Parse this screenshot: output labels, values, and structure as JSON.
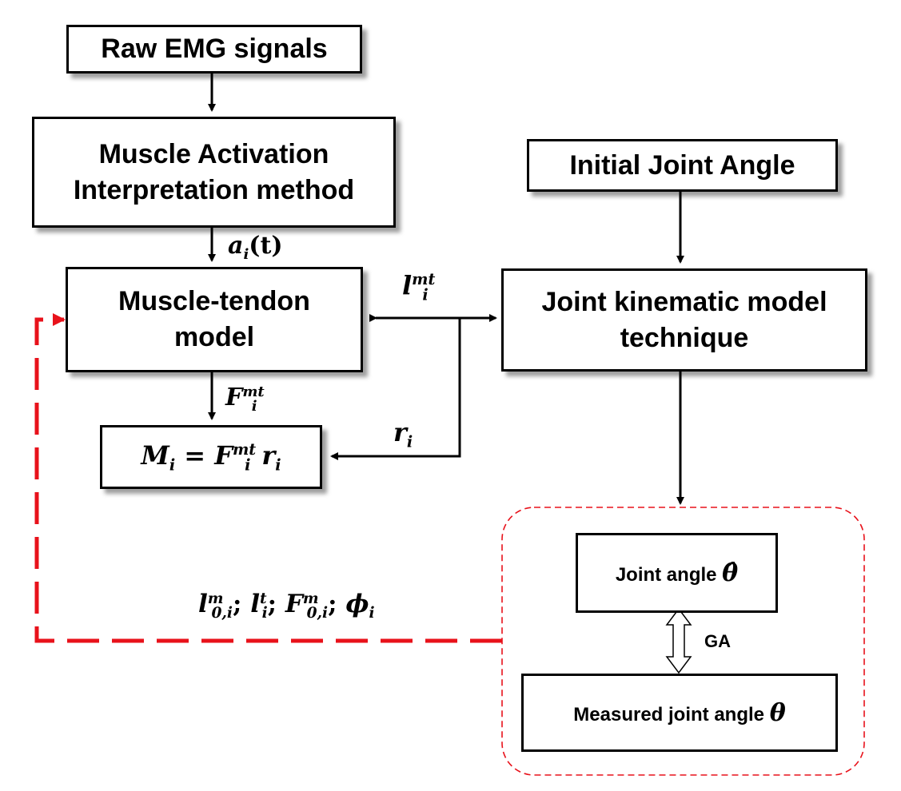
{
  "nodes": {
    "raw_emg": "Raw EMG signals",
    "activation_line1": "Muscle Activation",
    "activation_line2": "Interpretation method",
    "initial_angle": "Initial Joint Angle",
    "muscle_tendon_line1": "Muscle-tendon",
    "muscle_tendon_line2": "model",
    "kinematic_line1": "Joint kinematic model",
    "kinematic_line2": "technique",
    "moment": {
      "M": "M",
      "sub_i": "i",
      "eq": " = ",
      "F": "F",
      "sup_mt": "mt",
      "sub_i2": "i",
      "r": "r",
      "sub_i3": "i"
    },
    "joint_angle_label": "Joint angle ",
    "joint_angle_symbol": "θ̂",
    "measured_label": "Measured joint angle ",
    "measured_symbol": "θ",
    "ga": "GA"
  },
  "edge_labels": {
    "activation": {
      "a": "a",
      "sub": "i",
      "arg": "(t)"
    },
    "length": {
      "l": "l",
      "sub": "i",
      "sup": "mt"
    },
    "force": {
      "F": "F",
      "sub": "i",
      "sup": "mt"
    },
    "moment_arm": {
      "r": "r",
      "sub": "i"
    },
    "params": {
      "p1": "l",
      "p1_sup": "m",
      "p1_sub": "0,i",
      "sep1": "; ",
      "p2": "l",
      "p2_sup": "t",
      "p2_sub": "i",
      "sep2": "; ",
      "p3": "F",
      "p3_sup": "m",
      "p3_sub": "0,i",
      "sep3": "; ",
      "p4": "ϕ",
      "p4_sub": "i"
    }
  },
  "colors": {
    "feedback": "#e8121b",
    "group_border": "#e8121b",
    "line": "#000000"
  }
}
